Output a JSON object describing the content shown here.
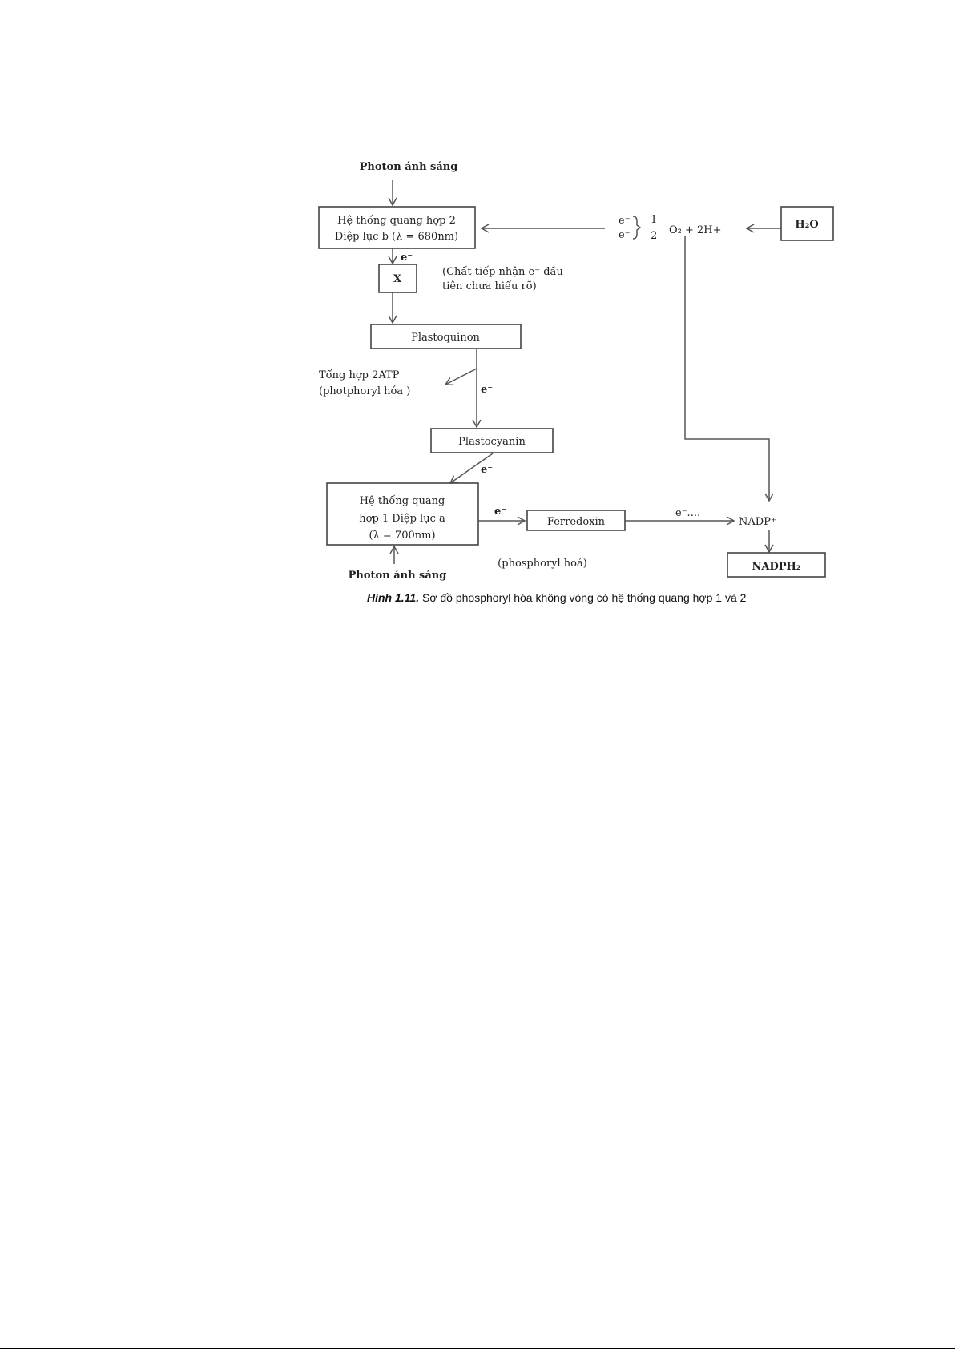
{
  "diagram": {
    "photon_top": "Photon ánh sáng",
    "ps2_line1": "Hệ thống quang hợp 2",
    "ps2_line2": "Diệp lục b (λ = 680nm)",
    "electron": "e⁻",
    "half_top": "1",
    "half_bottom": "2",
    "water_split": "O₂ + 2H+",
    "water": "H₂O",
    "x_box": "X",
    "x_note_line1": "(Chất tiếp nhận e⁻ đầu",
    "x_note_line2": "tiên chưa hiểu rõ)",
    "plastoquinon": "Plastoquinon",
    "atp_line1": "Tổng hợp 2ATP",
    "atp_line2": "(photphoryl hóa )",
    "plastocyanin": "Plastocyanin",
    "ps1_line1": "Hệ thống quang",
    "ps1_line2": "hợp 1  Diệp lục a",
    "ps1_line3": "(λ = 700nm)",
    "ferredoxin": "Ferredoxin",
    "electron_dots": "e⁻....",
    "nadp": "NADP⁺",
    "nadph": "NADPH₂",
    "photon_bottom": "Photon ánh sáng",
    "phosphoryl_note": "(phosphoryl hoá)"
  },
  "caption": {
    "label": "Hình 1.11.",
    "text": " Sơ đồ phosphoryl hóa không vòng có hệ thống quang hợp 1 và 2"
  }
}
